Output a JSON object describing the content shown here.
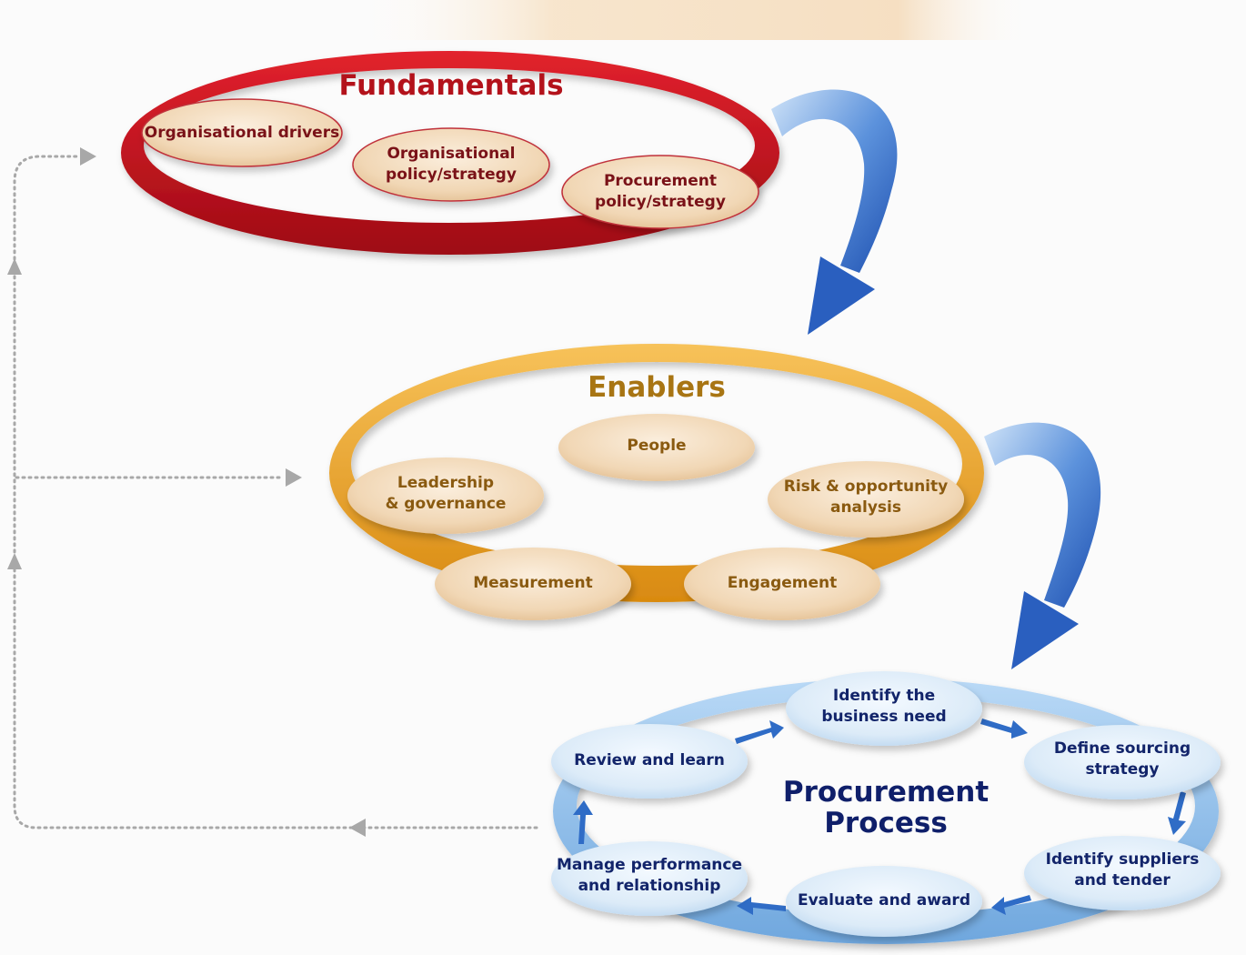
{
  "fundamentals": {
    "title": "Fundamentals",
    "items": [
      "Organisational drivers",
      "Organisational\npolicy/strategy",
      "Procurement\npolicy/strategy"
    ]
  },
  "enablers": {
    "title": "Enablers",
    "items": [
      "People",
      "Leadership\n& governance",
      "Risk & opportunity\nanalysis",
      "Measurement",
      "Engagement"
    ]
  },
  "process": {
    "title": "Procurement\nProcess",
    "items": [
      "Identify the\nbusiness need",
      "Define sourcing\nstrategy",
      "Identify suppliers\nand tender",
      "Evaluate and award",
      "Manage performance\nand relationship",
      "Review and learn"
    ]
  },
  "colors": {
    "fundamentals_ring": "#c8101c",
    "fundamentals_title": "#b3121b",
    "enablers_ring": "#eaa21f",
    "enablers_title": "#a87513",
    "process_ring": "#8cc0ec",
    "process_title": "#0f1f6a",
    "connector_arrow": "#2f6cc6",
    "feedback_line": "#a8a8a8",
    "pill_warm": "#f1d7b5",
    "pill_cool": "#dcebf8"
  }
}
